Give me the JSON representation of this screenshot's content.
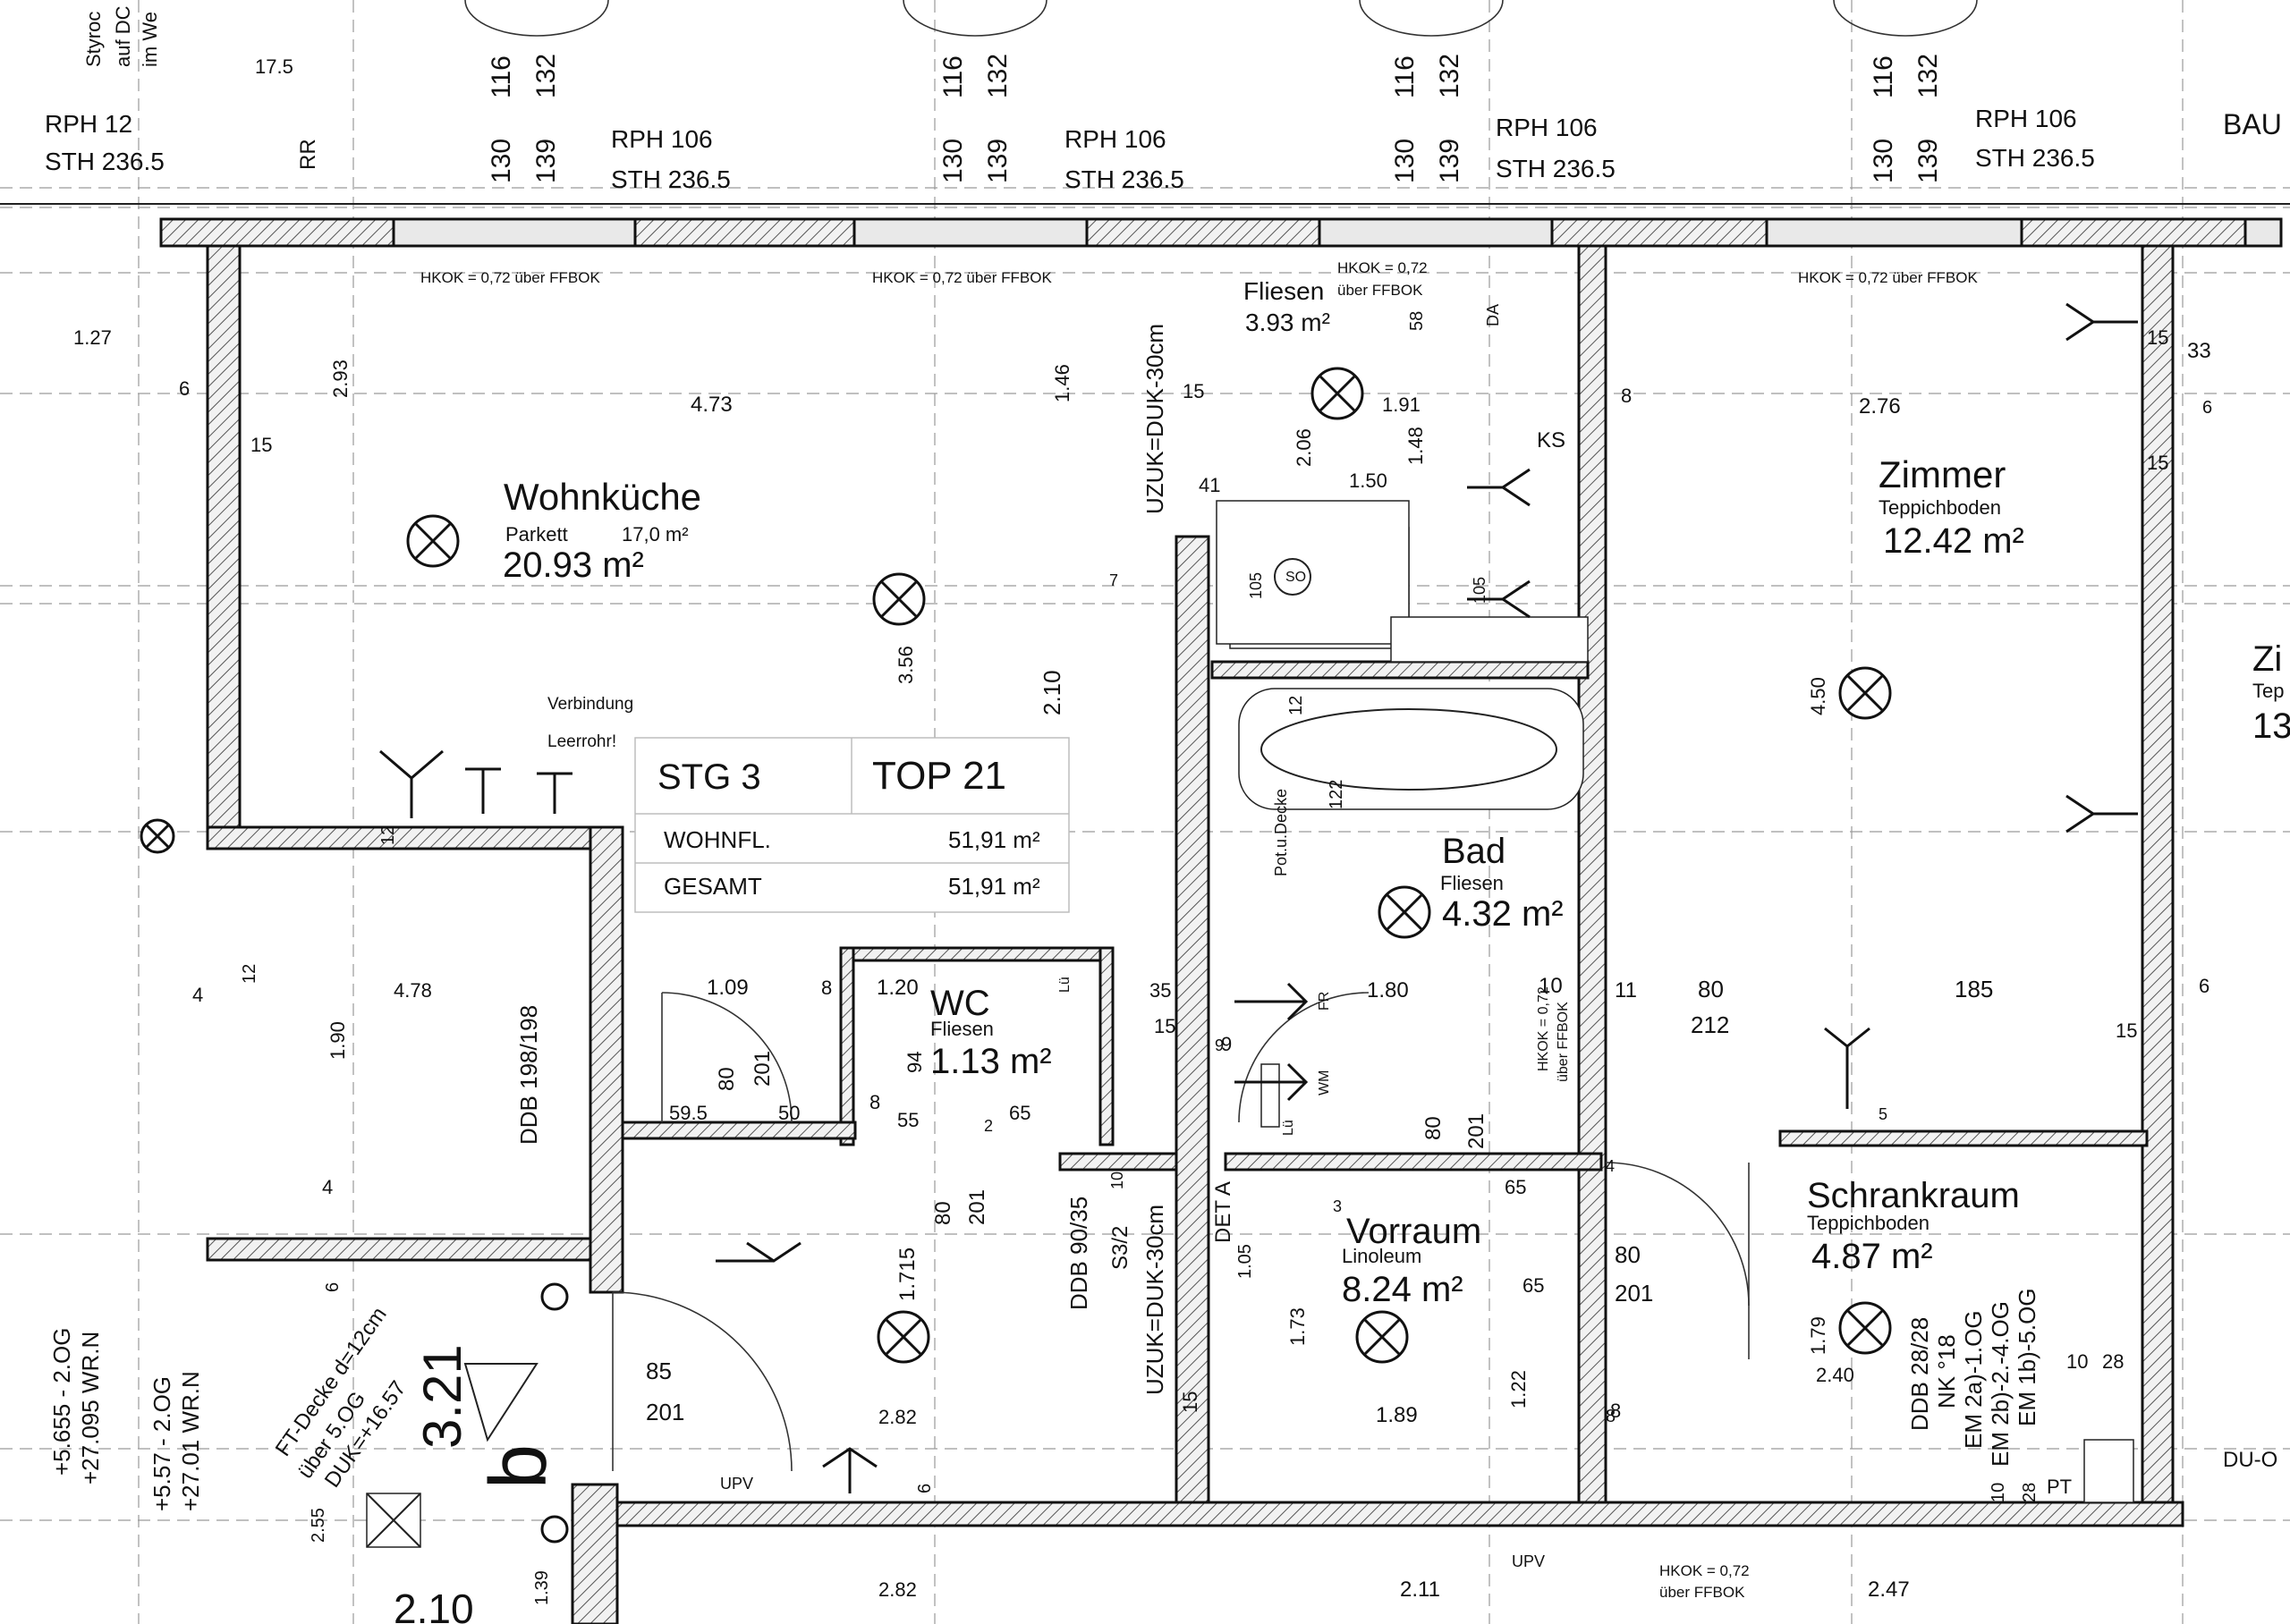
{
  "stamp": {
    "stg": "STG 3",
    "top": "TOP 21",
    "wohnfl_label": "WOHNFL.",
    "wohnfl_value": "51,91 m²",
    "gesamt_label": "GESAMT",
    "gesamt_value": "51,91 m²"
  },
  "rooms": [
    {
      "id": "wohnkueche",
      "name": "Wohnküche",
      "floor": "Parkett",
      "sub_area": "17,0 m²",
      "area": "20.93 m²"
    },
    {
      "id": "zimmer",
      "name": "Zimmer",
      "floor": "Teppichboden",
      "area": "12.42 m²"
    },
    {
      "id": "bad",
      "name": "Bad",
      "floor": "Fliesen",
      "area": "4.32 m²"
    },
    {
      "id": "wc",
      "name": "WC",
      "floor": "Fliesen",
      "area": "1.13 m²"
    },
    {
      "id": "vorraum",
      "name": "Vorraum",
      "floor": "Linoleum",
      "area": "8.24 m²"
    },
    {
      "id": "schrankraum",
      "name": "Schrankraum",
      "floor": "Teppichboden",
      "area": "4.87 m²"
    },
    {
      "id": "fliesen-kitchen",
      "name": "Fliesen",
      "area": "3.93 m²"
    }
  ],
  "window_labels": [
    {
      "rph": "RPH 12",
      "sth": "STH 236.5"
    },
    {
      "rph": "RPH 106",
      "sth": "STH 236.5"
    },
    {
      "rph": "RPH 106",
      "sth": "STH 236.5"
    },
    {
      "rph": "RPH 106",
      "sth": "STH 236.5"
    },
    {
      "rph": "RPH 106",
      "sth": "STH 236.5"
    }
  ],
  "hkok_labels": [
    "HKOK = 0,72 über FFBOK",
    "HKOK = 0,72 über FFBOK",
    "HKOK = 0,72",
    "über FFBOK",
    "HKOK = 0,72 über FFBOK",
    "HKOK = 0,72",
    "über FFBOK",
    "HKOK = 0,72",
    "über FFBOK"
  ],
  "wall_marks": {
    "uzuk_top": "UZUK=DUK-30cm",
    "uzuk_bottom": "UZUK=DUK-30cm",
    "ddb_left": "DDB 198/198",
    "ddb_mid": "DDB 90/35",
    "s3": "S3/2",
    "det": "DET A",
    "ddb_right": "DDB 28/28",
    "nk": "NK °18",
    "em1": "EM 2a)-1.OG",
    "em2": "EM 2b)-2.-4.OG",
    "em3": "EM 1b)-5.OG",
    "verbindung": "Verbindung",
    "leerrohr": "Leerrohr!",
    "pot": "Pot.u.Decke",
    "ks": "KS",
    "bau": "BAU",
    "du": "DU-O",
    "upv1": "UPV",
    "upv2": "UPV",
    "pt": "PT",
    "rr": "RR",
    "styro1": "Styroc",
    "styro2": "auf DC",
    "styro3": "im We",
    "ft1": "FT-Decke d=12cm",
    "ft2": "über 5.OG",
    "ft3": "DUK=+16.57",
    "lev1": "+5.655 - 2.OG",
    "lev1b": "+27.095 WR.N",
    "lev2": "+5.57 - 2.OG",
    "lev2b": "+27.01 WR.N",
    "stair": "3.21",
    "stair_b": "b",
    "stair2": "2.10",
    "zi": "Zi",
    "zi2": "Tep",
    "zi3": "13",
    "fr": "FR",
    "wm": "WM",
    "lu": "Lü",
    "lu2": "Lü",
    "da": "DA",
    "so": "SO"
  },
  "dims": [
    "17.5",
    "130",
    "116",
    "139",
    "132",
    "130",
    "116",
    "139",
    "132",
    "130",
    "116",
    "139",
    "132",
    "130",
    "116",
    "139",
    "132",
    "1.27",
    "6",
    "15",
    "2.93",
    "4.73",
    "1.46",
    "3.56",
    "2.10",
    "15",
    "41",
    "2.06",
    "1.50",
    "1.48",
    "1.91",
    "58",
    "105",
    "105",
    "8",
    "2.76",
    "33",
    "6",
    "15",
    "15",
    "4.50",
    "12",
    "122",
    "1.80",
    "10",
    "11",
    "80",
    "212",
    "185",
    "6",
    "15",
    "12",
    "1.09",
    "8",
    "1.20",
    "35",
    "15",
    "4",
    "4.78",
    "1.90",
    "4",
    "12",
    "6",
    "80",
    "201",
    "59.5",
    "50",
    "55",
    "94",
    "65",
    "8",
    "2",
    "10",
    "9",
    "80",
    "201",
    "65",
    "80",
    "201",
    "1.715",
    "80",
    "201",
    "1.05",
    "1.73",
    "1.22",
    "8",
    "1.89",
    "1.79",
    "2.40",
    "10",
    "28",
    "85",
    "201",
    "2.82",
    "15",
    "2.82",
    "2.11",
    "2.47",
    "65",
    "1.39",
    "2.55",
    "6",
    "10",
    "28",
    "8",
    "4",
    "5",
    "3",
    "7",
    "9"
  ]
}
